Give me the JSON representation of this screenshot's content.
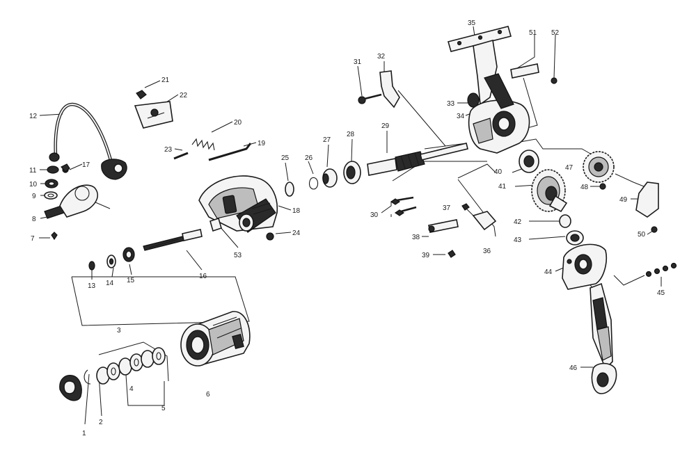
{
  "callouts": [
    {
      "id": "c1",
      "text": "1"
    },
    {
      "id": "c2",
      "text": "2"
    },
    {
      "id": "c3",
      "text": "3"
    },
    {
      "id": "c4",
      "text": "4"
    },
    {
      "id": "c5",
      "text": "5"
    },
    {
      "id": "c6",
      "text": "6"
    },
    {
      "id": "c7",
      "text": "7"
    },
    {
      "id": "c8",
      "text": "8"
    },
    {
      "id": "c9",
      "text": "9"
    },
    {
      "id": "c10",
      "text": "10"
    },
    {
      "id": "c11",
      "text": "11"
    },
    {
      "id": "c12",
      "text": "12"
    },
    {
      "id": "c13",
      "text": "13"
    },
    {
      "id": "c14",
      "text": "14"
    },
    {
      "id": "c15",
      "text": "15"
    },
    {
      "id": "c16",
      "text": "16"
    },
    {
      "id": "c17",
      "text": "17"
    },
    {
      "id": "c18",
      "text": "18"
    },
    {
      "id": "c19",
      "text": "19"
    },
    {
      "id": "c20",
      "text": "20"
    },
    {
      "id": "c21",
      "text": "21"
    },
    {
      "id": "c22",
      "text": "22"
    },
    {
      "id": "c23",
      "text": "23"
    },
    {
      "id": "c24",
      "text": "24"
    },
    {
      "id": "c25",
      "text": "25"
    },
    {
      "id": "c26",
      "text": "26"
    },
    {
      "id": "c27",
      "text": "27"
    },
    {
      "id": "c28",
      "text": "28"
    },
    {
      "id": "c29",
      "text": "29"
    },
    {
      "id": "c30",
      "text": "30"
    },
    {
      "id": "c31",
      "text": "31"
    },
    {
      "id": "c32",
      "text": "32"
    },
    {
      "id": "c33",
      "text": "33"
    },
    {
      "id": "c34",
      "text": "34"
    },
    {
      "id": "c35",
      "text": "35"
    },
    {
      "id": "c36",
      "text": "36"
    },
    {
      "id": "c37",
      "text": "37"
    },
    {
      "id": "c38",
      "text": "38"
    },
    {
      "id": "c39",
      "text": "39"
    },
    {
      "id": "c40",
      "text": "40"
    },
    {
      "id": "c41",
      "text": "41"
    },
    {
      "id": "c42",
      "text": "42"
    },
    {
      "id": "c43",
      "text": "43"
    },
    {
      "id": "c44",
      "text": "44"
    },
    {
      "id": "c45",
      "text": "45"
    },
    {
      "id": "c46",
      "text": "46"
    },
    {
      "id": "c47",
      "text": "47"
    },
    {
      "id": "c48",
      "text": "48"
    },
    {
      "id": "c49",
      "text": "49"
    },
    {
      "id": "c50",
      "text": "50"
    },
    {
      "id": "c51",
      "text": "51"
    },
    {
      "id": "c52",
      "text": "52"
    },
    {
      "id": "c53",
      "text": "53"
    }
  ]
}
